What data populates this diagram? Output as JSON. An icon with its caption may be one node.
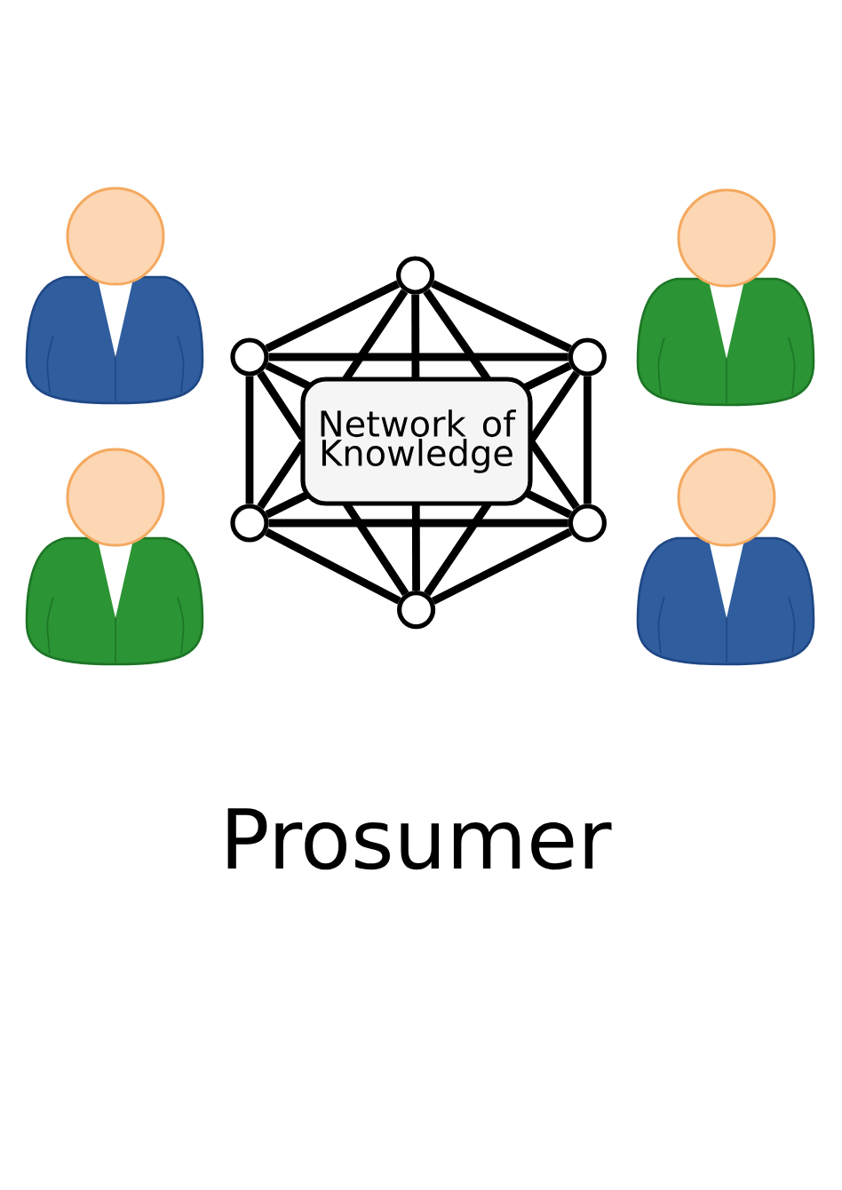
{
  "diagram": {
    "title": "Prosumer",
    "nodes": [
      {
        "text": [],
        "shape": "circle"
      },
      {
        "text": [],
        "shape": "circle"
      },
      {
        "text": [],
        "shape": "circle"
      },
      {
        "text": [
          "Network of Knowledge"
        ]
      },
      {
        "text": [],
        "shape": "circle"
      },
      {
        "text": [],
        "shape": "circle"
      },
      {
        "text": [],
        "shape": "circle"
      }
    ],
    "edges": [
      {
        "from": 0,
        "to": 1,
        "arrow": "none"
      },
      {
        "from": 0,
        "to": 2,
        "arrow": "none"
      },
      {
        "from": 0,
        "to": 3,
        "arrow": "none"
      },
      {
        "from": 0,
        "to": 3,
        "arrow": "none"
      },
      {
        "from": 0,
        "to": 3,
        "arrow": "none"
      },
      {
        "from": 1,
        "to": 2,
        "arrow": "none"
      },
      {
        "from": 1,
        "to": 3,
        "arrow": "none"
      },
      {
        "from": 1,
        "to": 3,
        "arrow": "none"
      },
      {
        "from": 1,
        "to": 4,
        "arrow": "none"
      },
      {
        "from": 2,
        "to": 3,
        "arrow": "none"
      },
      {
        "from": 2,
        "to": 3,
        "arrow": "none"
      },
      {
        "from": 2,
        "to": 5,
        "arrow": "none"
      },
      {
        "from": 3,
        "to": 4,
        "arrow": "none"
      },
      {
        "from": 3,
        "to": 4,
        "arrow": "none"
      },
      {
        "from": 3,
        "to": 5,
        "arrow": "none"
      },
      {
        "from": 3,
        "to": 5,
        "arrow": "none"
      },
      {
        "from": 3,
        "to": 6,
        "arrow": "none"
      },
      {
        "from": 3,
        "to": 6,
        "arrow": "none"
      },
      {
        "from": 3,
        "to": 6,
        "arrow": "none"
      },
      {
        "from": 4,
        "to": 5,
        "arrow": "none"
      },
      {
        "from": 4,
        "to": 6,
        "arrow": "none"
      },
      {
        "from": 5,
        "to": 6,
        "arrow": "none"
      }
    ]
  }
}
